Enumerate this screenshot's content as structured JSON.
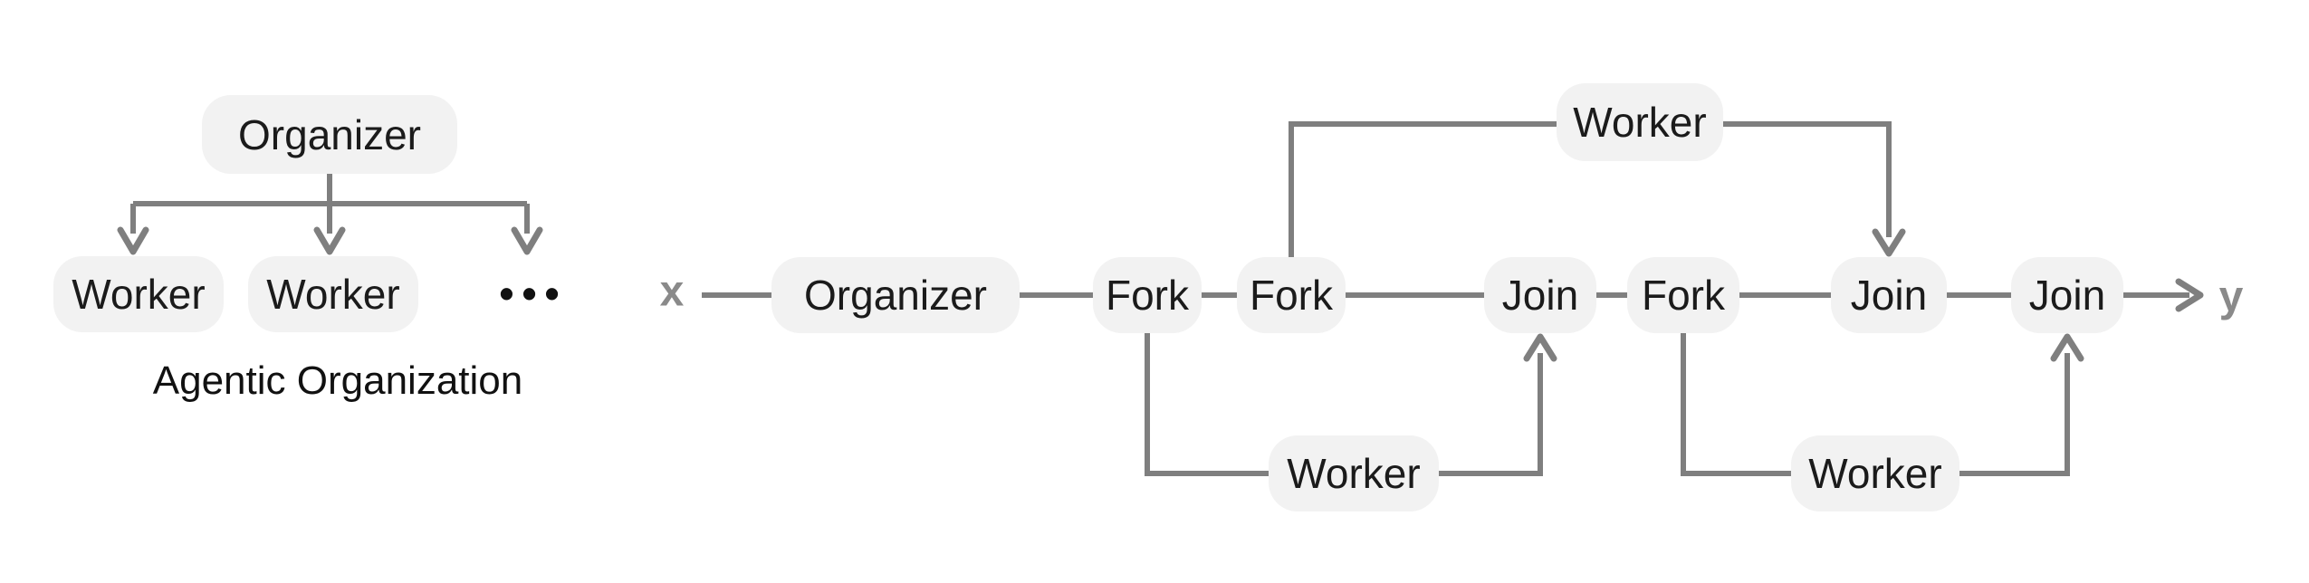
{
  "left_diagram": {
    "organizer_label": "Organizer",
    "worker_labels": [
      "Worker",
      "Worker"
    ],
    "ellipsis": "•••",
    "caption": "Agentic Organization"
  },
  "right_diagram": {
    "input_label": "x",
    "output_label": "y",
    "main_row": [
      "Organizer",
      "Fork",
      "Fork",
      "Join",
      "Fork",
      "Join",
      "Join"
    ],
    "top_worker_label": "Worker",
    "bottom_worker_labels": [
      "Worker",
      "Worker"
    ]
  },
  "colors": {
    "background": "#ffffff",
    "pill_fill": "#f2f2f2",
    "pill_text": "#1b1b1b",
    "line": "#7f7f7f",
    "io_label": "#8a8a8a",
    "text": "#111111"
  }
}
